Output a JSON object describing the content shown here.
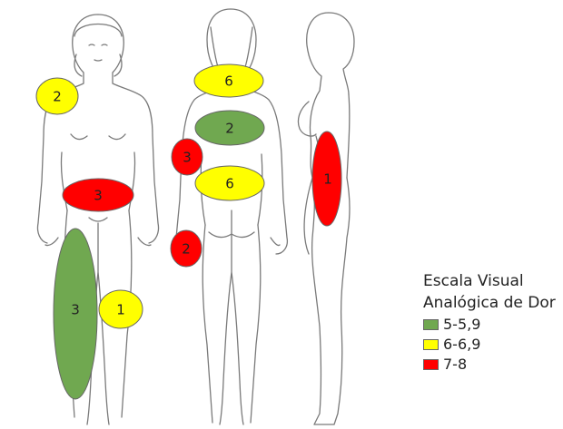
{
  "legend": {
    "title_line1": "Escala Visual",
    "title_line2": "Analógica de Dor",
    "items": [
      {
        "label": "5-5,9",
        "color": "#70a850"
      },
      {
        "label": "6-6,9",
        "color": "#ffff00"
      },
      {
        "label": "7-8",
        "color": "#ff0000"
      }
    ]
  },
  "regions": [
    {
      "view": "front",
      "area": "right-shoulder",
      "score": "2",
      "level": "6-6,9"
    },
    {
      "view": "front",
      "area": "lower-abdomen",
      "score": "3",
      "level": "7-8"
    },
    {
      "view": "front",
      "area": "right-thigh",
      "score": "3",
      "level": "5-5,9"
    },
    {
      "view": "front",
      "area": "left-thigh",
      "score": "1",
      "level": "6-6,9"
    },
    {
      "view": "back",
      "area": "upper-back",
      "score": "6",
      "level": "6-6,9"
    },
    {
      "view": "back",
      "area": "mid-back",
      "score": "2",
      "level": "5-5,9"
    },
    {
      "view": "back",
      "area": "lower-back",
      "score": "6",
      "level": "6-6,9"
    },
    {
      "view": "back",
      "area": "left-flank",
      "score": "3",
      "level": "7-8"
    },
    {
      "view": "back",
      "area": "left-hip",
      "score": "2",
      "level": "7-8"
    },
    {
      "view": "side",
      "area": "abdomen",
      "score": "1",
      "level": "7-8"
    }
  ]
}
